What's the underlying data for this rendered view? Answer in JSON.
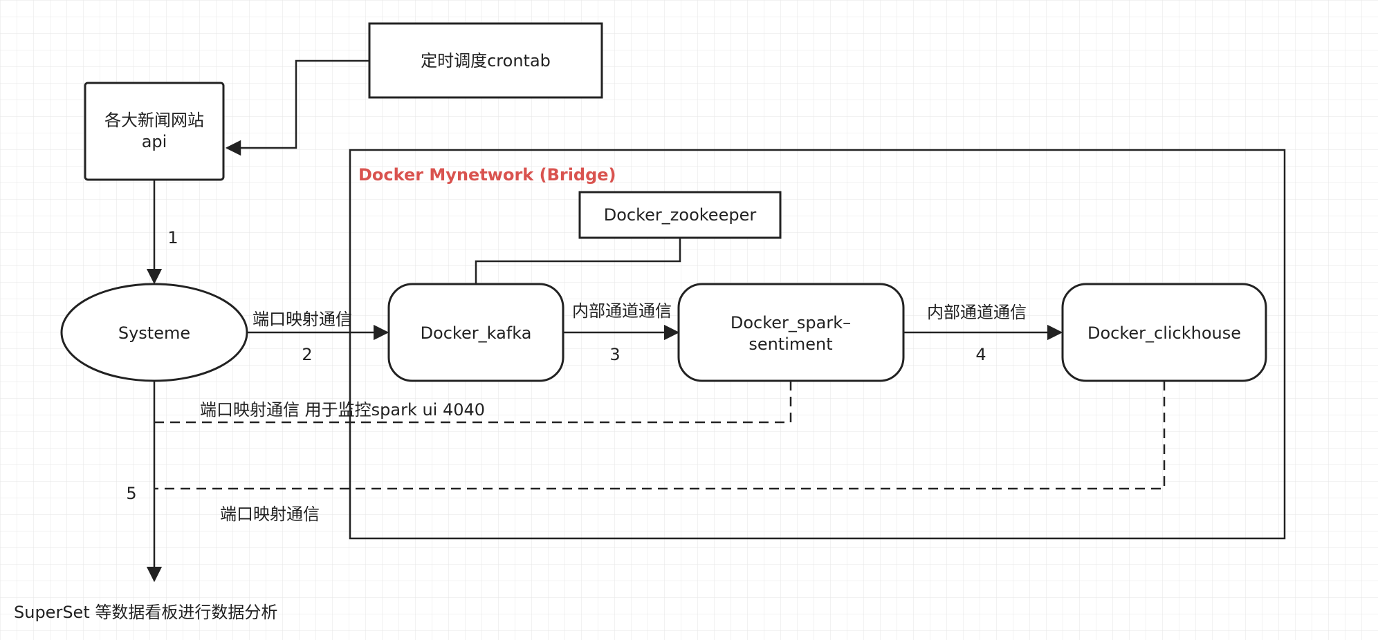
{
  "nodes": {
    "crontab": "定时调度crontab",
    "news_api_line1": "各大新闻网站",
    "news_api_line2": "api",
    "systeme": "Systeme",
    "zookeeper": "Docker_zookeeper",
    "kafka": "Docker_kafka",
    "spark_line1": "Docker_spark–",
    "spark_line2": "sentiment",
    "clickhouse": "Docker_clickhouse",
    "superset": "SuperSet 等数据看板进行数据分析"
  },
  "group": {
    "title": "Docker Mynetwork (Bridge)",
    "title_color": "#d9534f"
  },
  "edge_labels": {
    "step1": "1",
    "port_mapping": "端口映射通信",
    "step2": "2",
    "internal_3": "内部通道通信",
    "step3": "3",
    "internal_4": "内部通道通信",
    "step4": "4",
    "spark_ui": "端口映射通信 用于监控spark ui 4040",
    "step5": "5",
    "port_mapping_2": "端口映射通信"
  },
  "colors": {
    "stroke": "#222222",
    "background": "#ffffff",
    "grid": "#e6e6e6"
  }
}
